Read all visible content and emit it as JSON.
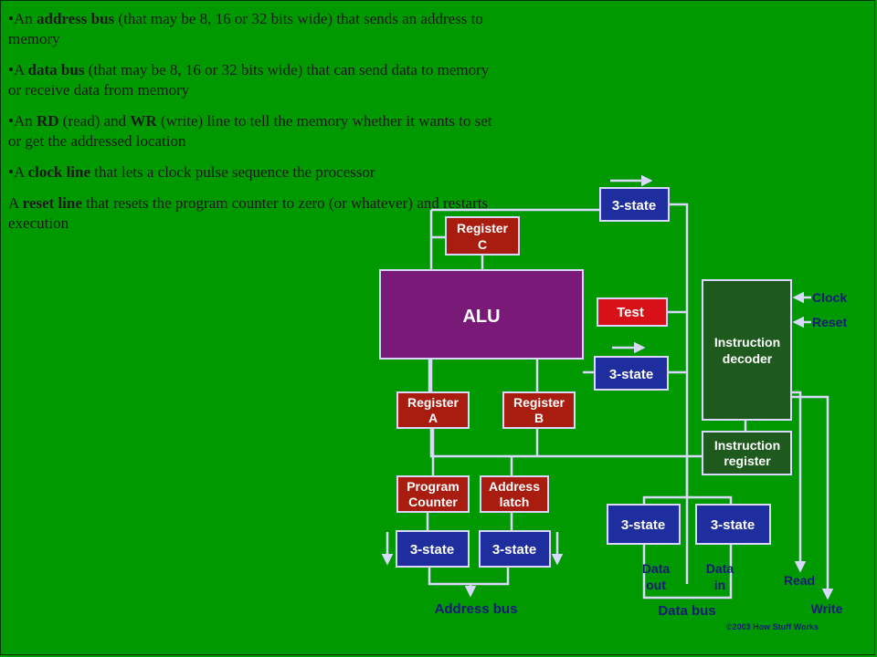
{
  "colors": {
    "background": "#009a00",
    "blue_block": "#1f2e9e",
    "red_block": "#a81d0f",
    "purple_block": "#7a1a78",
    "dark_green_block": "#1e5a1e",
    "bright_red_block": "#d81018",
    "wire": "#d9d9ff",
    "label": "#1a1a7a"
  },
  "bullets": [
    {
      "prefix": "•An ",
      "bold": "address bus",
      "rest": " (that may be 8, 16 or 32 bits wide) that sends an address to memory"
    },
    {
      "prefix": "•A ",
      "bold": "data bus",
      "rest": " (that may be 8, 16 or 32 bits wide) that can send data to memory or receive data from memory"
    },
    {
      "prefix": "•An ",
      "bold": "RD",
      "rest": " (read) and ",
      "bold2": "WR",
      "rest2": " (write) line to tell the memory whether it wants to set or get the addressed location"
    },
    {
      "prefix": "•A ",
      "bold": "clock line",
      "rest": " that lets a clock pulse sequence the processor"
    },
    {
      "prefix": "A ",
      "bold": "reset line",
      "rest": " that resets the program counter to zero (or whatever) and restarts execution"
    }
  ],
  "diagram": {
    "tristate_top": "3-state",
    "register_c": [
      "Register",
      "C"
    ],
    "alu": "ALU",
    "test": "Test",
    "tristate_alu": "3-state",
    "register_a": [
      "Register",
      "A"
    ],
    "register_b": [
      "Register",
      "B"
    ],
    "instruction_decoder": [
      "Instruction",
      "decoder"
    ],
    "instruction_register": [
      "Instruction",
      "register"
    ],
    "clock": "Clock",
    "reset": "Reset",
    "program_counter": [
      "Program",
      "Counter"
    ],
    "address_latch": [
      "Address",
      "latch"
    ],
    "tristate_pc": "3-state",
    "tristate_latch": "3-state",
    "tristate_data_out": "3-state",
    "tristate_data_in": "3-state",
    "data_out_label": [
      "Data",
      "out"
    ],
    "data_in_label": [
      "Data",
      "in"
    ],
    "address_bus": "Address bus",
    "data_bus": "Data bus",
    "read": "Read",
    "write": "Write",
    "credit": "©2003 How Stuff Works"
  }
}
